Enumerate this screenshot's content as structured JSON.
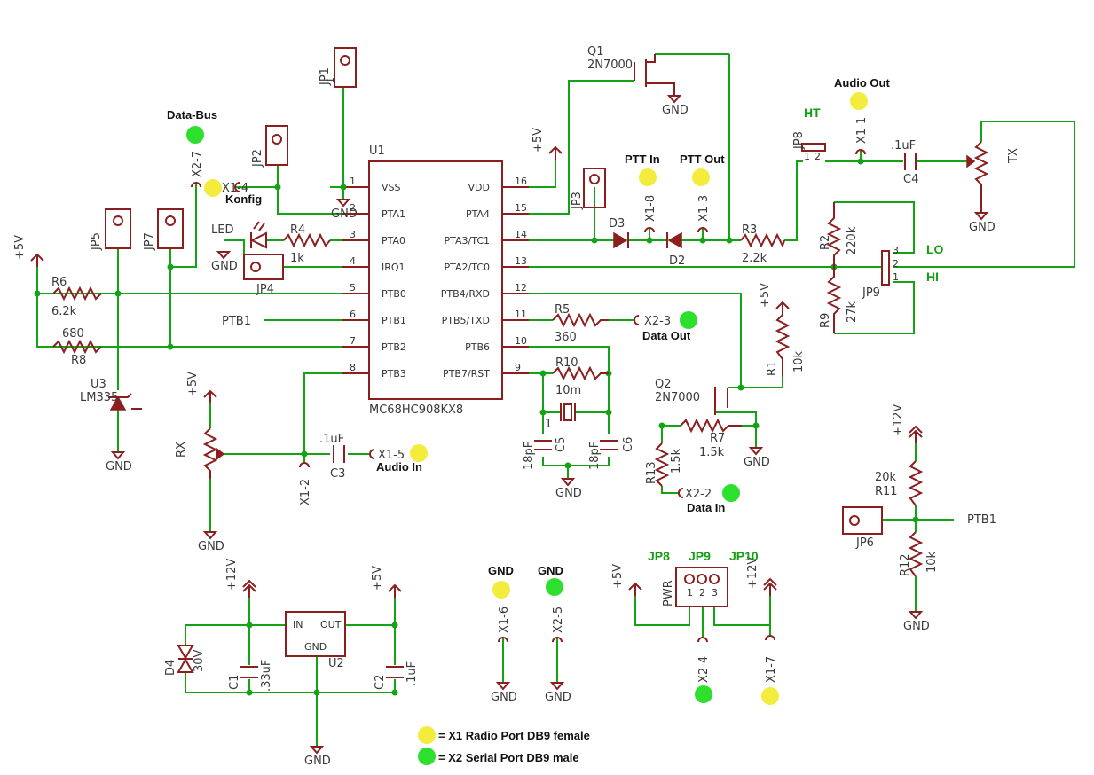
{
  "ic": {
    "ref": "U1",
    "part": "MC68HC908KX8",
    "left_pins": [
      {
        "num": "1",
        "name": "VSS"
      },
      {
        "num": "2",
        "name": "PTA1"
      },
      {
        "num": "3",
        "name": "PTA0"
      },
      {
        "num": "4",
        "name": "IRQ1"
      },
      {
        "num": "5",
        "name": "PTB0"
      },
      {
        "num": "6",
        "name": "PTB1"
      },
      {
        "num": "7",
        "name": "PTB2"
      },
      {
        "num": "8",
        "name": "PTB3"
      }
    ],
    "right_pins": [
      {
        "num": "16",
        "name": "VDD"
      },
      {
        "num": "15",
        "name": "PTA4"
      },
      {
        "num": "14",
        "name": "PTA3/TC1"
      },
      {
        "num": "13",
        "name": "PTA2/TC0"
      },
      {
        "num": "12",
        "name": "PTB4/RXD"
      },
      {
        "num": "11",
        "name": "PTB5/TXD"
      },
      {
        "num": "10",
        "name": "PTB6"
      },
      {
        "num": "9",
        "name": "PTB7/RST"
      }
    ]
  },
  "components": {
    "q1": {
      "ref": "Q1",
      "part": "2N7000"
    },
    "q2": {
      "ref": "Q2",
      "part": "2N7000"
    },
    "u2": {
      "ref": "U2",
      "in": "IN",
      "out": "OUT",
      "gnd": "GND"
    },
    "u3": {
      "ref": "U3",
      "part": "LM335"
    },
    "r1": {
      "ref": "R1",
      "value": "10k"
    },
    "r2": {
      "ref": "R2",
      "value": "220k"
    },
    "r3": {
      "ref": "R3",
      "value": "2.2k"
    },
    "r4": {
      "ref": "R4",
      "value": "1k"
    },
    "r5": {
      "ref": "R5",
      "value": "360"
    },
    "r6": {
      "ref": "R6",
      "value": "6.2k"
    },
    "r7": {
      "ref": "R7",
      "value": "1.5k"
    },
    "r8": {
      "ref": "R8",
      "value": "680"
    },
    "r9": {
      "ref": "R9",
      "value": "27k"
    },
    "r10": {
      "ref": "R10",
      "value": "10m"
    },
    "r11": {
      "ref": "R11",
      "value": "20k"
    },
    "r12": {
      "ref": "R12",
      "value": "10k"
    },
    "r13": {
      "ref": "R13",
      "value": "1.5k"
    },
    "c1": {
      "ref": "C1",
      "value": ".33uF"
    },
    "c2": {
      "ref": "C2",
      "value": ".1uF"
    },
    "c3": {
      "ref": "C3",
      "value": ".1uF"
    },
    "c4": {
      "ref": "C4",
      "value": ".1uF"
    },
    "c5": {
      "ref": "C5",
      "value": "18pF"
    },
    "c6": {
      "ref": "C6",
      "value": "18pF"
    },
    "d2": {
      "ref": "D2"
    },
    "d3": {
      "ref": "D3"
    },
    "d4": {
      "ref": "D4",
      "value": "30V"
    },
    "led": {
      "ref": "LED"
    },
    "rx": {
      "ref": "RX"
    },
    "tx": {
      "ref": "TX"
    },
    "y1": {
      "ref": "1"
    },
    "ptb1": "PTB1",
    "gnd": "GND",
    "v5": "+5V",
    "v12": "+12V",
    "pin1": "1",
    "pin2": "2",
    "pin3": "3",
    "pwr": "PWR"
  },
  "jumpers": {
    "jp1": "JP1",
    "jp2": "JP2",
    "jp3": "JP3",
    "jp4": "JP4",
    "jp5": "JP5",
    "jp6": "JP6",
    "jp7": "JP7",
    "jp8": "JP8",
    "jp9": "JP9",
    "jp10": "JP10"
  },
  "connectors": {
    "x1_1": "X1-1",
    "x1_2": "X1-2",
    "x1_3": "X1-3",
    "x1_4": "X1-4",
    "x1_5": "X1-5",
    "x1_6": "X1-6",
    "x1_7": "X1-7",
    "x1_8": "X1-8",
    "x2_2": "X2-2",
    "x2_3": "X2-3",
    "x2_4": "X2-4",
    "x2_5": "X2-5",
    "x2_7": "X2-7"
  },
  "annotations": {
    "data_bus": "Data-Bus",
    "konfig": "Konfig",
    "audio_out": "Audio Out",
    "ptt_in": "PTT In",
    "ptt_out": "PTT Out",
    "data_out": "Data Out",
    "audio_in": "Audio In",
    "data_in": "Data In",
    "gnd_yellow": "GND",
    "gnd_green": "GND",
    "ht": "HT",
    "lo": "LO",
    "hi": "HI",
    "jp8_head": "JP8",
    "jp9_head": "JP9",
    "jp10_head": "JP10"
  },
  "legend": [
    {
      "color": "#f4ec3c",
      "text": "= X1 Radio Port DB9 female"
    },
    {
      "color": "#2ee02e",
      "text": "= X2 Serial Port DB9 male"
    }
  ]
}
